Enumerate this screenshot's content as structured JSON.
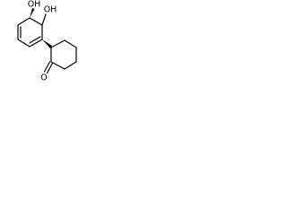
{
  "molecule": {
    "atoms": {
      "oh_1": "OH",
      "oh_2": "OH",
      "carbonyl_o": "O"
    },
    "colors": {
      "ink": "#000000",
      "background": "#ffffff"
    }
  }
}
